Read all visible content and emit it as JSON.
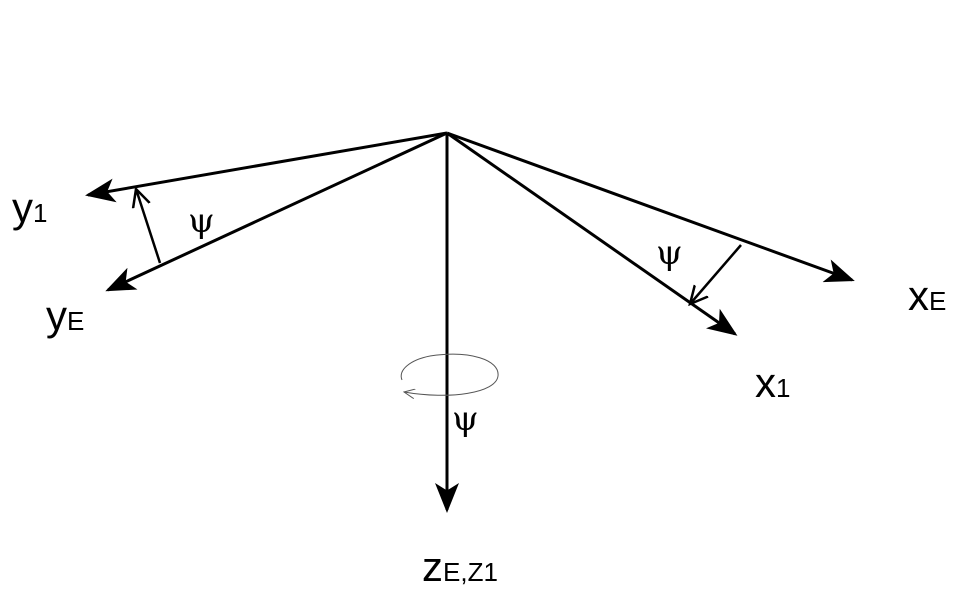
{
  "labels": {
    "y1": {
      "main": "y",
      "sub": "1"
    },
    "yE": {
      "main": "y",
      "sub": "E"
    },
    "xE": {
      "main": "x",
      "sub": "E"
    },
    "x1": {
      "main": "x",
      "sub": "1"
    },
    "z": {
      "main": "z",
      "sub": "E,Z1"
    }
  },
  "angle_symbol": "ψ",
  "colors": {
    "stroke": "#000000",
    "rotation_stroke": "#555555",
    "background": "#ffffff"
  }
}
